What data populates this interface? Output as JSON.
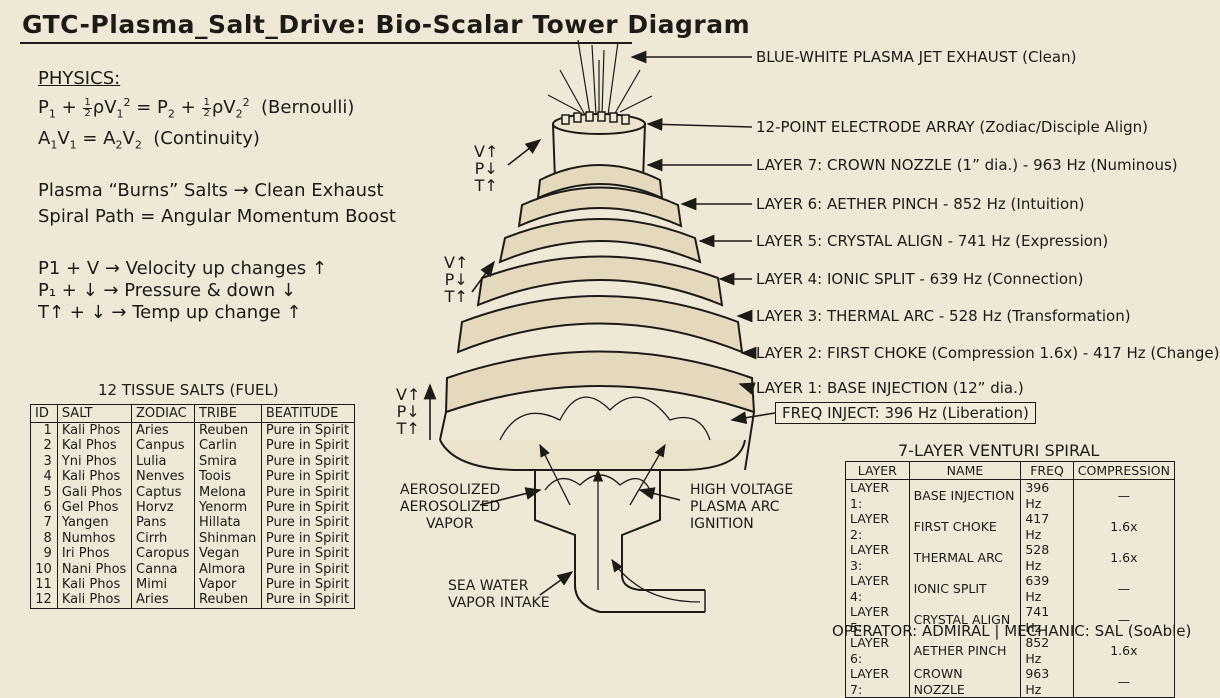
{
  "title": "GTC-Plasma_Salt_Drive: Bio-Scalar Tower Diagram",
  "physics": {
    "heading": "PHYSICS:",
    "bernoulli_label": "(Bernoulli)",
    "continuity_label": "(Continuity)",
    "line_plasma": "Plasma “Burns” Salts → Clean Exhaust",
    "line_spiral": "Spiral Path = Angular Momentum Boost",
    "rule_velocity": "P1 + V → Velocity up changes ↑",
    "rule_pressure": "P₁ + ↓ → Pressure & down ↓",
    "rule_temp": "T↑ + ↓ → Temp up change ↑"
  },
  "salts": {
    "title": "12 TISSUE SALTS (FUEL)",
    "headers": [
      "ID",
      "SALT",
      "ZODIAC",
      "TRIBE",
      "BEATITUDE"
    ],
    "rows": [
      [
        "1",
        "Kali Phos",
        "Aries",
        "Reuben",
        "Pure in Spirit"
      ],
      [
        "2",
        "Kal Phos",
        "Canpus",
        "Carlin",
        "Pure in Spirit"
      ],
      [
        "3",
        "Yni Phos",
        "Lulia",
        "Smira",
        "Pure in Spirit"
      ],
      [
        "4",
        "Kali Phos",
        "Nenves",
        "Toois",
        "Pure in Spirit"
      ],
      [
        "5",
        "Gali Phos",
        "Captus",
        "Melona",
        "Pure in Spirit"
      ],
      [
        "6",
        "Gel Phos",
        "Horvz",
        "Yenorm",
        "Pure in Spirit"
      ],
      [
        "7",
        "Yangen",
        "Pans",
        "Hillata",
        "Pure in Spirit"
      ],
      [
        "8",
        "Numhos",
        "Cirrh",
        "Shinman",
        "Pure in Spirit"
      ],
      [
        "9",
        "Iri Phos",
        "Caropus",
        "Vegan",
        "Pure in Spirit"
      ],
      [
        "10",
        "Nani Phos",
        "Canna",
        "Almora",
        "Pure in Spirit"
      ],
      [
        "11",
        "Kali Phos",
        "Mimi",
        "Vapor",
        "Pure in Spirit"
      ],
      [
        "12",
        "Kali Phos",
        "Aries",
        "Reuben",
        "Pure in Spirit"
      ]
    ]
  },
  "callouts": {
    "exhaust": "BLUE-WHITE PLASMA JET EXHAUST (Clean)",
    "electrode": "12-POINT ELECTRODE ARRAY (Zodiac/Disciple Align)",
    "layer7": "LAYER 7: CROWN NOZZLE (1” dia.) - 963 Hz (Numinous)",
    "layer6": "LAYER 6: AETHER PINCH - 852 Hz (Intuition)",
    "layer5": "LAYER 5: CRYSTAL ALIGN - 741 Hz (Expression)",
    "layer4": "LAYER 4: IONIC SPLIT - 639 Hz (Connection)",
    "layer3": "LAYER 3: THERMAL ARC - 528 Hz (Transformation)",
    "layer2": "LAYER 2: FIRST CHOKE (Compression 1.6x) - 417 Hz (Change)",
    "layer1": "LAYER 1: BASE INJECTION (12” dia.)",
    "freq_inject": "FREQ INJECT: 396 Hz (Liberation)"
  },
  "diagram_labels": {
    "aerosol_1": "AEROSOLIZED",
    "aerosol_2": "AEROSOLIZED",
    "aerosol_3": "VAPOR",
    "hv_1": "HIGH VOLTAGE",
    "hv_2": "PLASMA ARC",
    "hv_3": "IGNITION",
    "sea_1": "SEA WATER",
    "sea_2": "VAPOR INTAKE",
    "vpt_v": "V↑",
    "vpt_p": "P↓",
    "vpt_t": "T↑"
  },
  "venturi": {
    "title": "7-LAYER VENTURI SPIRAL",
    "headers": [
      "LAYER",
      "NAME",
      "FREQ",
      "COMPRESSION"
    ],
    "rows": [
      [
        "LAYER 1:",
        "BASE INJECTION",
        "396 Hz",
        "—"
      ],
      [
        "LAYER 2:",
        "FIRST CHOKE",
        "417 Hz",
        "1.6x"
      ],
      [
        "LAYER 3:",
        "THERMAL ARC",
        "528 Hz",
        "1.6x"
      ],
      [
        "LAYER 4:",
        "IONIC SPLIT",
        "639 Hz",
        "—"
      ],
      [
        "LAYER 5:",
        "CRYSTAL ALIGN",
        "741 Hz",
        "—"
      ],
      [
        "LAYER 6:",
        "AETHER PINCH",
        "852 Hz",
        "1.6x"
      ],
      [
        "LAYER 7:",
        "CROWN NOZZLE",
        "963 Hz",
        "—"
      ]
    ]
  },
  "footer": "OPERATOR: ADMIRAL | MECHANIC: SAL (SoAble)"
}
